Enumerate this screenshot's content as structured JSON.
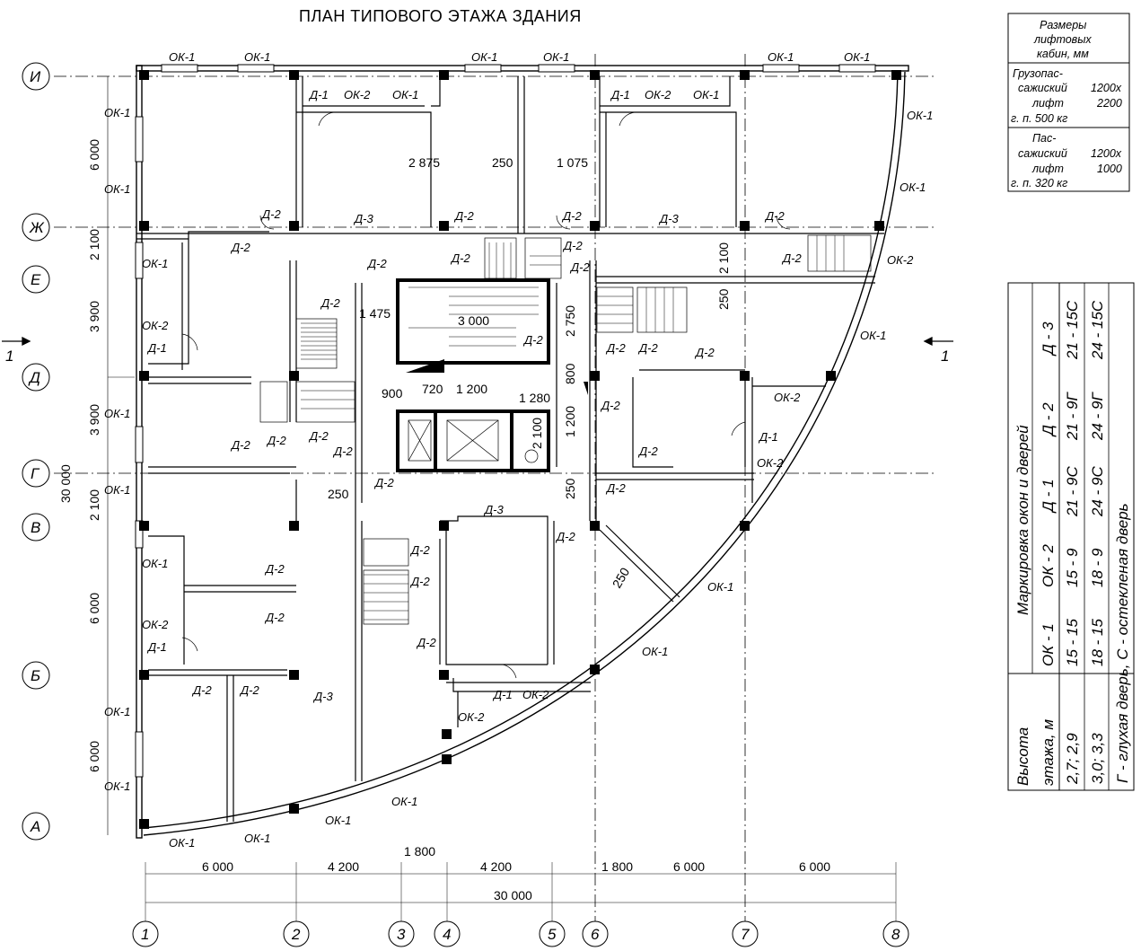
{
  "title": "ПЛАН ТИПОВОГО ЭТАЖА ЗДАНИЯ",
  "axes_vertical": [
    "1",
    "2",
    "3",
    "4",
    "5",
    "6",
    "7",
    "8"
  ],
  "axes_horizontal": [
    "И",
    "Ж",
    "Е",
    "Д",
    "Г",
    "В",
    "Б",
    "А"
  ],
  "section_mark": "1",
  "dims_left": [
    "6 000",
    "2 100",
    "3 900",
    "3 900",
    "2 100",
    "6 000",
    "6 000"
  ],
  "dim_total_left": "30 000",
  "dims_bottom": [
    "6 000",
    "4 200",
    "4 200",
    "1 800",
    "6 000",
    "6 000"
  ],
  "dim_bottom_extra": "1 800",
  "dim_total_bottom": "30 000",
  "dims_inner": {
    "d2875": "2 875",
    "d250a": "250",
    "d1075": "1 075",
    "d1475": "1 475",
    "d3000": "3 000",
    "d2750": "2 750",
    "d800": "800",
    "d900": "900",
    "d720": "720",
    "d1200a": "1 200",
    "d1280": "1 280",
    "d2100": "2 100",
    "d1200b": "1 200",
    "d250b": "250",
    "d250c": "250",
    "d250d": "250",
    "d2100r": "2 100",
    "d250e": "250"
  },
  "lift_table": {
    "header": [
      "Размеры",
      "лифтовых",
      "кабин, мм"
    ],
    "row1": [
      "Грузопас-",
      "сажиский",
      "лифт",
      "г. п. 500 кг"
    ],
    "row1_size": [
      "1200х",
      "2200"
    ],
    "row2": [
      "Пас-",
      "сажиский",
      "лифт",
      "г. п. 320 кг"
    ],
    "row2_size": [
      "1200х",
      "1000"
    ]
  },
  "marking_table": {
    "col_height_title": [
      "Высота",
      "этажа, м"
    ],
    "heights": [
      "2,7; 2,9",
      "3,0; 3,3"
    ],
    "marking_title": "Маркировка окон и дверей",
    "headers": [
      "ОК - 1",
      "ОК - 2",
      "Д - 1",
      "Д - 2",
      "Д - 3"
    ],
    "row1": [
      "15 - 15",
      "15 - 9",
      "21 - 9С",
      "21 - 9Г",
      "21 - 15С"
    ],
    "row2": [
      "18 - 15",
      "18 - 9",
      "24 - 9С",
      "24 - 9Г",
      "24 - 15С"
    ],
    "legend": "Г - глухая дверь, С - остекленая дверь"
  },
  "labels": {
    "ok1": "ОК-1",
    "ok2": "ОК-2",
    "d1": "Д-1",
    "d2": "Д-2",
    "d3": "Д-3"
  }
}
